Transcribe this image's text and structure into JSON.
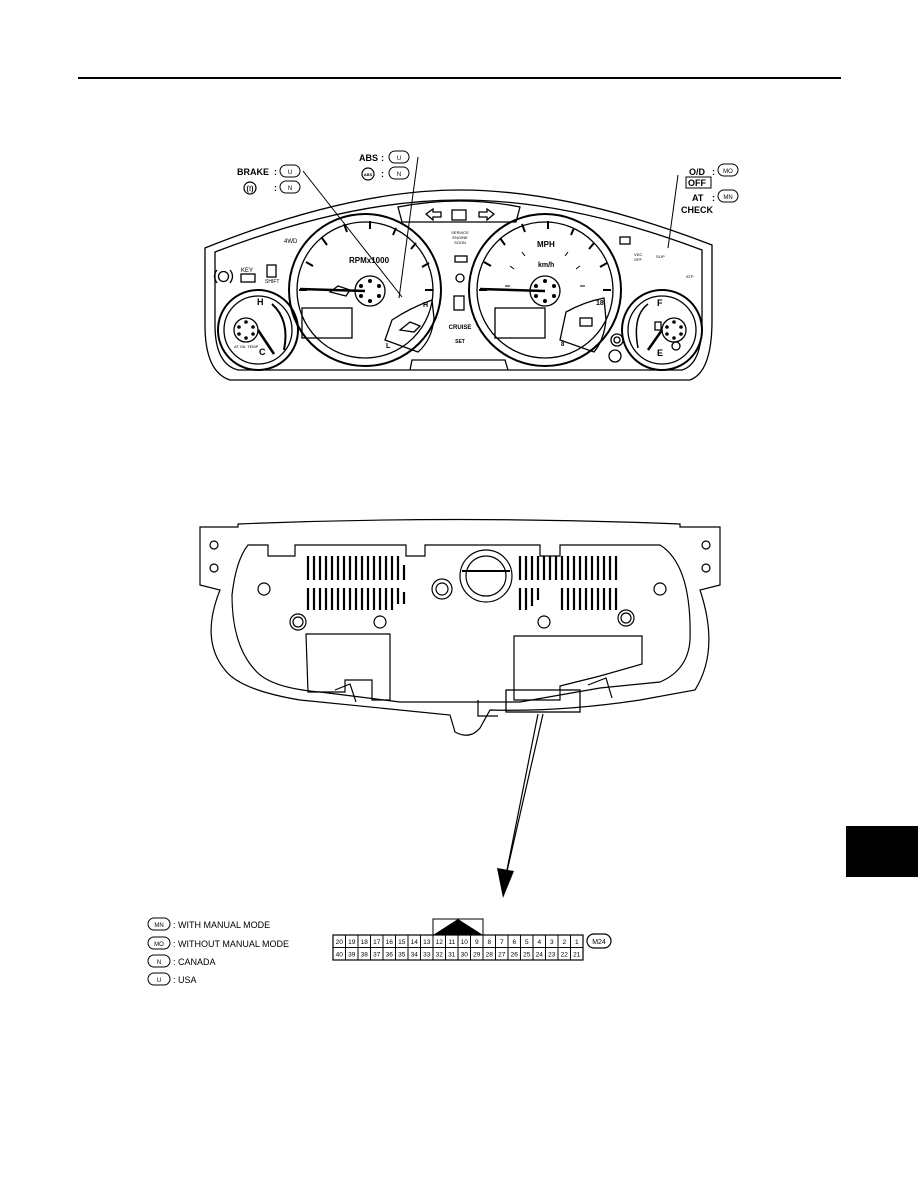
{
  "callouts": {
    "brake": {
      "label": "BRAKE",
      "sep": ":",
      "badge": "U"
    },
    "brake_canada": {
      "symbol": "(!)",
      "sep": ":",
      "badge": "N"
    },
    "abs": {
      "label": "ABS",
      "sep": ":",
      "badge": "U"
    },
    "abs_canada": {
      "symbol": "ABS",
      "sep": ":",
      "badge": "N"
    },
    "od_off": {
      "label": "O/D",
      "sub": "OFF",
      "sep": ":",
      "badge": "MO"
    },
    "at_check": {
      "label": "AT",
      "sub": "CHECK",
      "sep": ":",
      "badge": "MN"
    }
  },
  "cluster": {
    "tacho_label": "RPMx1000",
    "speedo_label": "MPH",
    "speedo_unit": "km/h",
    "key": "KEY",
    "fourwd": "4WD",
    "p_shift": "SHIFT",
    "temp_high": "H",
    "temp_low": "C",
    "at_oil_temp": "AT OIL TEMP",
    "fuel_full": "F",
    "fuel_empty": "E",
    "tacho_h": "H",
    "tacho_l": "L",
    "speedo_18": "18",
    "speedo_8": "8",
    "service_engine_soon": [
      "SERVICE",
      "ENGINE",
      "SOON"
    ],
    "cruise": "CRUISE",
    "set": "SET",
    "vdc_off": [
      "VDC",
      "OFF"
    ],
    "slip": "SLIP",
    "atp": "ATP"
  },
  "legend": [
    {
      "badge": "MN",
      "text": ": WITH MANUAL MODE"
    },
    {
      "badge": "MO",
      "text": ": WITHOUT MANUAL MODE"
    },
    {
      "badge": "N",
      "text": ": CANADA"
    },
    {
      "badge": "U",
      "text": ": USA"
    }
  ],
  "connector": {
    "id": "M24",
    "row_top": [
      "20",
      "19",
      "18",
      "17",
      "16",
      "15",
      "14",
      "13",
      "12",
      "11",
      "10",
      "9",
      "8",
      "7",
      "6",
      "5",
      "4",
      "3",
      "2",
      "1"
    ],
    "row_bottom": [
      "40",
      "39",
      "38",
      "37",
      "36",
      "35",
      "34",
      "33",
      "32",
      "31",
      "30",
      "29",
      "28",
      "27",
      "26",
      "25",
      "24",
      "23",
      "22",
      "21"
    ]
  }
}
